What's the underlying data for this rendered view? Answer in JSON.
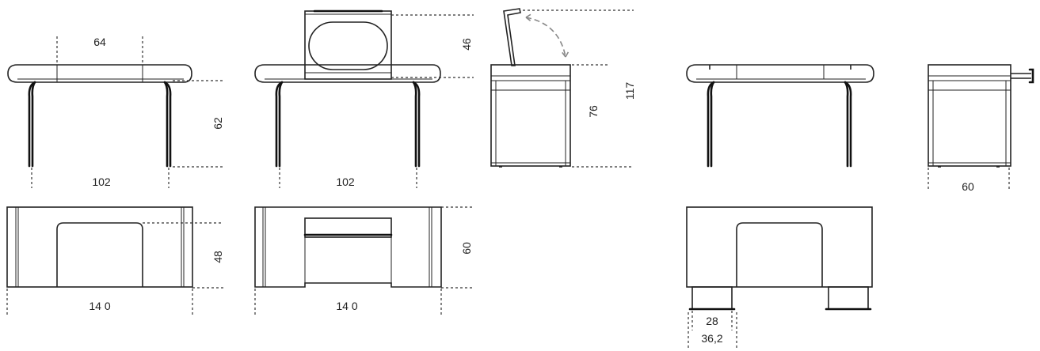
{
  "dimensions": {
    "front_top_width": "64",
    "front_height": "62",
    "front_width": "102",
    "mirror_height": "46",
    "mirror_front_width": "102",
    "side_height": "76",
    "side_total_height": "117",
    "side_depth": "60",
    "plan_width": "14 0",
    "plan_depth": "48",
    "mirror_plan_width": "14 0",
    "mirror_plan_depth": "60",
    "leg_width": "28",
    "leg_outer_width": "36,2"
  },
  "colors": {
    "line": "#222222",
    "arrow": "#888888"
  }
}
